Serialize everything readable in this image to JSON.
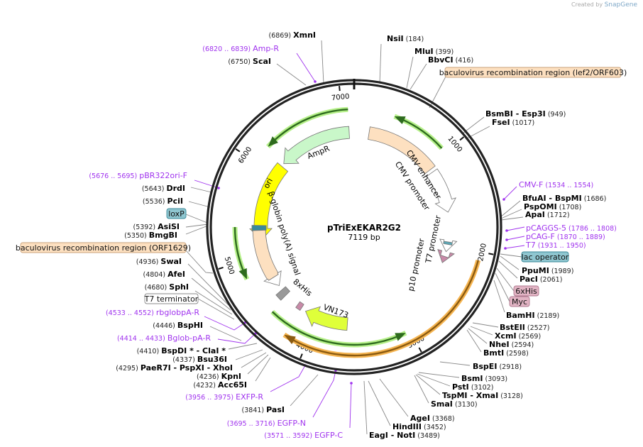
{
  "credit": {
    "prefix": "Created by",
    "brand": "SnapGene"
  },
  "plasmid": {
    "name": "pTriExEKAR2G2",
    "length": "7119 bp"
  },
  "ticks": [
    "1000",
    "2000",
    "3000",
    "4000",
    "5000",
    "6000",
    "7000"
  ],
  "sites": [
    {
      "name": "NsiI",
      "pos": "(184)"
    },
    {
      "name": "MluI",
      "pos": "(399)"
    },
    {
      "name": "BbvCI",
      "pos": "(416)"
    },
    {
      "name": "BsmBI  - Esp3I",
      "pos": "(949)"
    },
    {
      "name": "FseI",
      "pos": "(1017)"
    },
    {
      "name": "BfuAI  - BspMI",
      "pos": "(1686)"
    },
    {
      "name": "PspOMI",
      "pos": "(1708)"
    },
    {
      "name": "ApaI",
      "pos": "(1712)"
    },
    {
      "name": "PpuMI",
      "pos": "(1989)"
    },
    {
      "name": "PacI",
      "pos": "(2061)"
    },
    {
      "name": "BamHI",
      "pos": "(2189)"
    },
    {
      "name": "BstEII",
      "pos": "(2527)"
    },
    {
      "name": "XcmI",
      "pos": "(2569)"
    },
    {
      "name": "NheI",
      "pos": "(2594)"
    },
    {
      "name": "BmtI",
      "pos": "(2598)"
    },
    {
      "name": "BspEI",
      "pos": "(2918)"
    },
    {
      "name": "BsmI",
      "pos": "(3093)"
    },
    {
      "name": "PstI",
      "pos": "(3102)"
    },
    {
      "name": "TspMI  - XmaI",
      "pos": "(3128)"
    },
    {
      "name": "SmaI",
      "pos": "(3130)"
    },
    {
      "name": "AgeI",
      "pos": "(3368)"
    },
    {
      "name": "HindIII",
      "pos": "(3452)"
    },
    {
      "name": "EagI  - NotI",
      "pos": "(3489)"
    },
    {
      "name": "XmnI",
      "pos": "(6869)"
    },
    {
      "name": "ScaI",
      "pos": "(6750)"
    },
    {
      "name": "PasI",
      "pos": "(3841)"
    },
    {
      "name": "Acc65I",
      "pos": "(4232)"
    },
    {
      "name": "KpnI",
      "pos": "(4236)"
    },
    {
      "name": "PaeR7I   - PspXI   - XhoI",
      "pos": "(4295)"
    },
    {
      "name": "Bsu36I",
      "pos": "(4337)"
    },
    {
      "name": "BspDI *  - ClaI *",
      "pos": "(4410)"
    },
    {
      "name": "BspHI",
      "pos": "(4446)"
    },
    {
      "name": "SphI",
      "pos": "(4680)"
    },
    {
      "name": "AfeI",
      "pos": "(4804)"
    },
    {
      "name": "SwaI",
      "pos": "(4936)"
    },
    {
      "name": "BmgBI",
      "pos": "(5350)"
    },
    {
      "name": "AsiSI",
      "pos": "(5392)"
    },
    {
      "name": "PciI",
      "pos": "(5536)"
    },
    {
      "name": "DrdI",
      "pos": "(5643)"
    }
  ],
  "primers": [
    {
      "name": "Amp-R",
      "range": "(6820 .. 6839)"
    },
    {
      "name": "CMV-F",
      "range": "(1534 .. 1554)"
    },
    {
      "name": "pCAGGS-5",
      "range": "(1786 .. 1808)"
    },
    {
      "name": "pCAG-F",
      "range": "(1870 .. 1889)"
    },
    {
      "name": "T7",
      "range": "(1931 .. 1950)"
    },
    {
      "name": "pBR322ori-F",
      "range": "(5676 .. 5695)"
    },
    {
      "name": "rbglobpA-R",
      "range": "(4533 .. 4552)"
    },
    {
      "name": "Bglob-pA-R",
      "range": "(4414 .. 4433)"
    },
    {
      "name": "EXFP-R",
      "range": "(3956 .. 3975)"
    },
    {
      "name": "EGFP-N",
      "range": "(3695 .. 3716)"
    },
    {
      "name": "EGFP-C",
      "range": "(3571 .. 3592)"
    }
  ],
  "badges": [
    {
      "label": "baculovirus recombination region (lef2/ORF603)",
      "color": "#fde0c0"
    },
    {
      "label": "lac operator",
      "color": "#8fc6d0"
    },
    {
      "label": "6xHis",
      "color": "#e2b4c4"
    },
    {
      "label": "Myc",
      "color": "#e2b4c4"
    },
    {
      "label": "T7 terminator",
      "color": "#ffffff"
    },
    {
      "label": "baculovirus recombination region (ORF1629)",
      "color": "#fde0c0"
    },
    {
      "label": "loxP",
      "color": "#8fc6d0"
    }
  ],
  "features": {
    "ampr": "AmpR",
    "ori": "ori",
    "cmv_enh": "CMV enhancer",
    "cmv_prom": "CMV promoter",
    "t7_prom": "T7 promoter",
    "p10_prom": "p10 promoter",
    "bglobin": "β-globin poly(A) signal",
    "his8": "8xHis",
    "vn173": "VN173"
  },
  "colors": {
    "primer": "#a033ee",
    "orf": "#2e6b1e",
    "orf_glow": "#b6f08a",
    "orange": "#f5b450"
  }
}
